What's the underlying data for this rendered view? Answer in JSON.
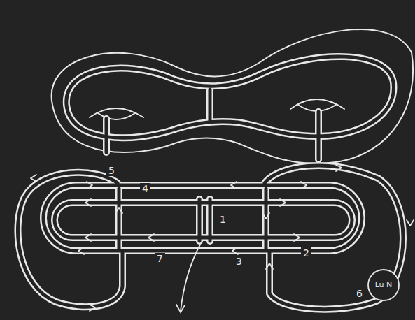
{
  "diagram": {
    "nodes": [
      {
        "text": [
          "Lu N"
        ]
      }
    ],
    "labels": [
      "5",
      "4",
      "1",
      "7",
      "3",
      "2",
      "6"
    ]
  }
}
